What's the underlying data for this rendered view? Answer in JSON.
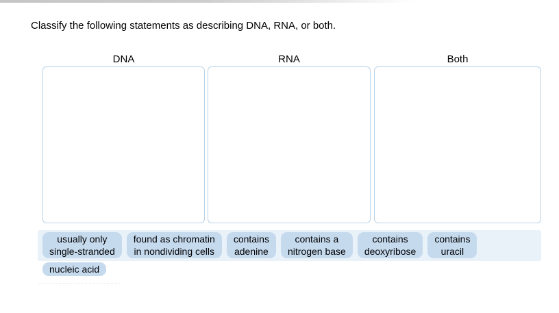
{
  "question": {
    "text": "Classify the following statements as describing DNA, RNA, or both."
  },
  "bins": [
    {
      "label": "DNA"
    },
    {
      "label": "RNA"
    },
    {
      "label": "Both"
    }
  ],
  "chips": [
    {
      "lines": [
        "usually only",
        "single-stranded"
      ]
    },
    {
      "lines": [
        "found as chromatin",
        "in nondividing cells"
      ]
    },
    {
      "lines": [
        "contains",
        "adenine"
      ]
    },
    {
      "lines": [
        "contains a",
        "nitrogen base"
      ]
    },
    {
      "lines": [
        "contains",
        "deoxyribose"
      ]
    },
    {
      "lines": [
        "contains",
        "uracil"
      ]
    },
    {
      "lines": [
        "nucleic acid"
      ]
    }
  ],
  "colors": {
    "chip_bg": "#c6daee",
    "bank_bg": "#e9f1f9",
    "box_border": "#b9d2e6"
  }
}
